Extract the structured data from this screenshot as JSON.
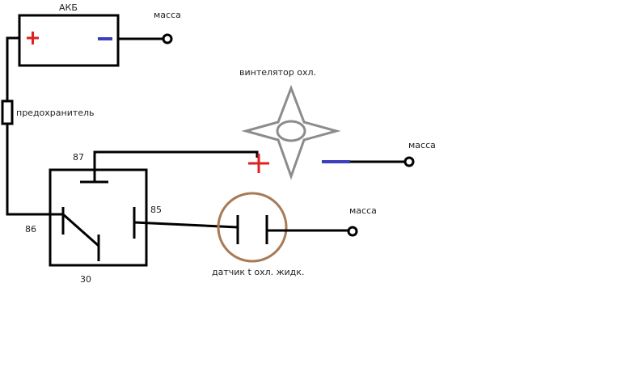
{
  "labels": {
    "battery": "АКБ",
    "ground_battery": "масса",
    "fan": "винтелятор охл.",
    "fuse": "предохранитель",
    "ground_fan": "масса",
    "pin_87": "87",
    "pin_85": "85",
    "pin_86": "86",
    "pin_30": "30",
    "ground_sensor": "масса",
    "sensor": "датчик t охл. жидк."
  },
  "colors": {
    "wire": "#000000",
    "positive": "#e02020",
    "negative": "#3d3dc0",
    "fan": "#8c8c8c",
    "sensor_ring": "#a87a55"
  }
}
